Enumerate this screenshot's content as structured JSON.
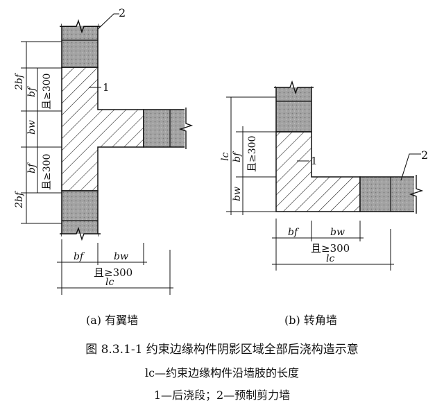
{
  "figure_a": {
    "caption": "(a) 有翼墙",
    "callout_1": "1",
    "callout_2": "2",
    "dim_2bf": "2bf",
    "dim_bf": "bf",
    "dim_bw": "bw",
    "dim_bf_lower": "bf",
    "dim_2bf_lower": "2bf",
    "min_300_upper": "且≥300",
    "min_300_lower": "且≥300",
    "bottom_bf": "bf",
    "bottom_bw": "bw",
    "bottom_min": "且≥300",
    "bottom_lc": "lc"
  },
  "figure_b": {
    "caption": "(b) 转角墙",
    "callout_1": "1",
    "callout_2": "2",
    "dim_lc": "lc",
    "dim_bf": "bf",
    "dim_bw": "bw",
    "min_300_left": "且≥300",
    "bottom_bf": "bf",
    "bottom_bw": "bw",
    "bottom_min": "且≥300",
    "bottom_lc": "lc"
  },
  "caption": {
    "title": "图 8.3.1-1   约束边缘构件阴影区域全部后浇构造示意",
    "line2": "lc—约束边缘构件沿墙肢的长度",
    "line3": "1—后浇段；2—预制剪力墙"
  },
  "colors": {
    "line": "#111111",
    "precast_fill": "#9a9a9a",
    "hatch": "#222222"
  }
}
